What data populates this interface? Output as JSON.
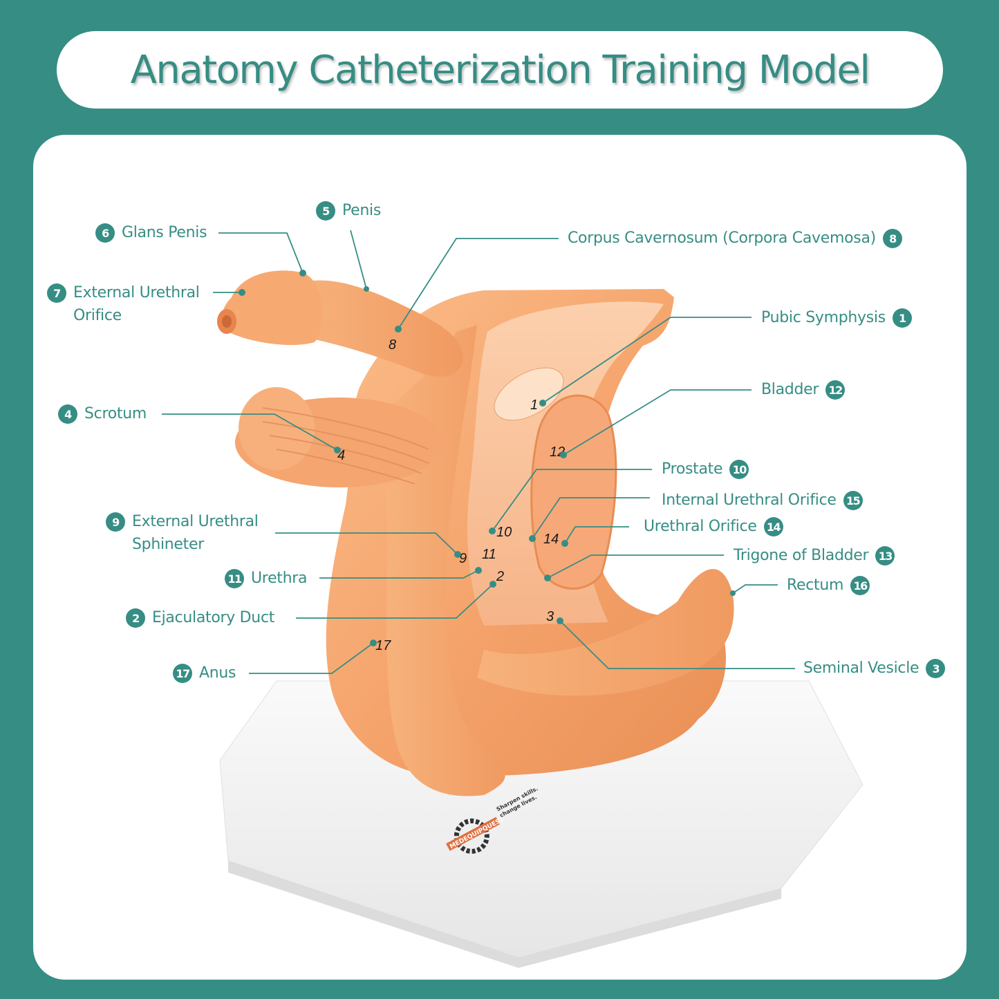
{
  "title": "Anatomy Catheterization Training Model",
  "colors": {
    "accent": "#368d84",
    "model_skin": "#f5a872",
    "base": "#f2f2f2"
  },
  "labels": [
    {
      "id": "penis",
      "number": "5",
      "text": "Penis",
      "side": "left"
    },
    {
      "id": "glans-penis",
      "number": "6",
      "text": "Glans Penis",
      "side": "left"
    },
    {
      "id": "external-urethral-orifice",
      "number": "7",
      "text": "External Urethral\nOrifice",
      "side": "left"
    },
    {
      "id": "scrotum",
      "number": "4",
      "text": "Scrotum",
      "side": "left"
    },
    {
      "id": "external-urethral-sphincter",
      "number": "9",
      "text": "External Urethral\nSphineter",
      "side": "left"
    },
    {
      "id": "urethra",
      "number": "11",
      "text": "Urethra",
      "side": "left"
    },
    {
      "id": "ejaculatory-duct",
      "number": "2",
      "text": "Ejaculatory Duct",
      "side": "left"
    },
    {
      "id": "anus",
      "number": "17",
      "text": "Anus",
      "side": "left"
    },
    {
      "id": "corpus-cavernosum",
      "number": "8",
      "text": "Corpus Cavernosum (Corpora Cavemosa)",
      "side": "right"
    },
    {
      "id": "pubic-symphysis",
      "number": "1",
      "text": "Pubic Symphysis",
      "side": "right"
    },
    {
      "id": "bladder",
      "number": "12",
      "text": "Bladder",
      "side": "right"
    },
    {
      "id": "prostate",
      "number": "10",
      "text": "Prostate",
      "side": "right"
    },
    {
      "id": "internal-urethral-orifice",
      "number": "15",
      "text": "Internal Urethral Orifice",
      "side": "right"
    },
    {
      "id": "urethral-orifice",
      "number": "14",
      "text": "Urethral Orifice",
      "side": "right"
    },
    {
      "id": "trigone-of-bladder",
      "number": "13",
      "text": "Trigone of Bladder",
      "side": "right"
    },
    {
      "id": "rectum",
      "number": "16",
      "text": "Rectum",
      "side": "right"
    },
    {
      "id": "seminal-vesicle",
      "number": "3",
      "text": "Seminal Vesicle",
      "side": "right"
    }
  ],
  "model_markings": [
    "1",
    "2",
    "3",
    "4",
    "8",
    "9",
    "10",
    "11",
    "12",
    "14",
    "17"
  ],
  "brand": {
    "name": "MEDEQUIPQUEST",
    "tagline": "Sharpen skills.\nchange lives."
  }
}
